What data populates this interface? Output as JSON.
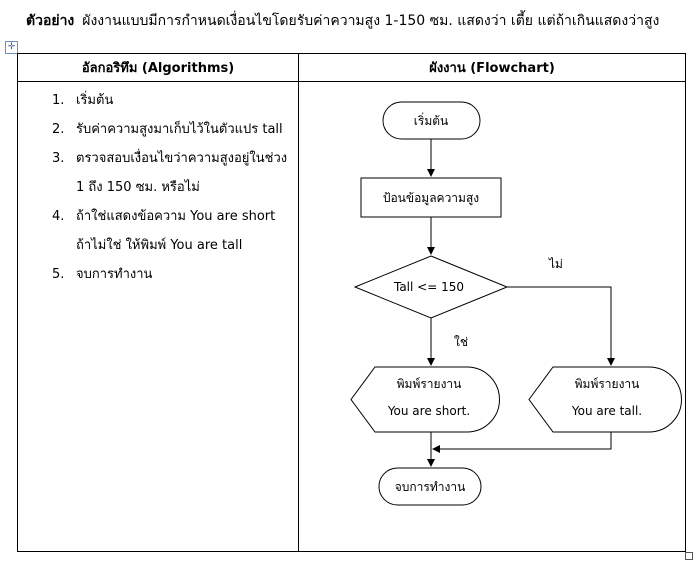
{
  "document": {
    "title_lead": "ตัวอย่าง",
    "title_text": "ผังงานแบบมีการกำหนดเงื่อนไขโดยรับค่าความสูง 1-150 ซม. แสดงว่า เตี้ย แต่ถ้าเกินแสดงว่าสูง",
    "table_move_icon": "move-cross-icon",
    "headers": {
      "left": "อัลกอริทึม (Algorithms)",
      "right": "ผังงาน (Flowchart)"
    },
    "steps": [
      {
        "num": "1.",
        "lines": [
          "เริ่มต้น"
        ]
      },
      {
        "num": "2.",
        "lines": [
          "รับค่าความสูงมาเก็บไว้ในตัวแปร tall"
        ]
      },
      {
        "num": "3.",
        "lines": [
          "ตรวจสอบเงื่อนไขว่าความสูงอยู่ในช่วง",
          "1 ถึง 150 ซม. หรือไม่"
        ]
      },
      {
        "num": "4.",
        "lines": [
          "ถ้าใช่แสดงข้อความ You are short",
          "ถ้าไม่ใช่ ให้พิมพ์ You are tall"
        ]
      },
      {
        "num": "5.",
        "lines": [
          "จบการทำงาน"
        ]
      }
    ],
    "flowchart": {
      "start": "เริ่มต้น",
      "input": "ป้อนข้อมูลความสูง",
      "decision": "Tall <= 150",
      "yes_label": "ใช่",
      "no_label": "ไม่",
      "yes_output_line1": "พิมพ์รายงาน",
      "yes_output_line2": "You are short.",
      "no_output_line1": "พิมพ์รายงาน",
      "no_output_line2": "You are tall.",
      "end": "จบการทำงาน"
    }
  }
}
